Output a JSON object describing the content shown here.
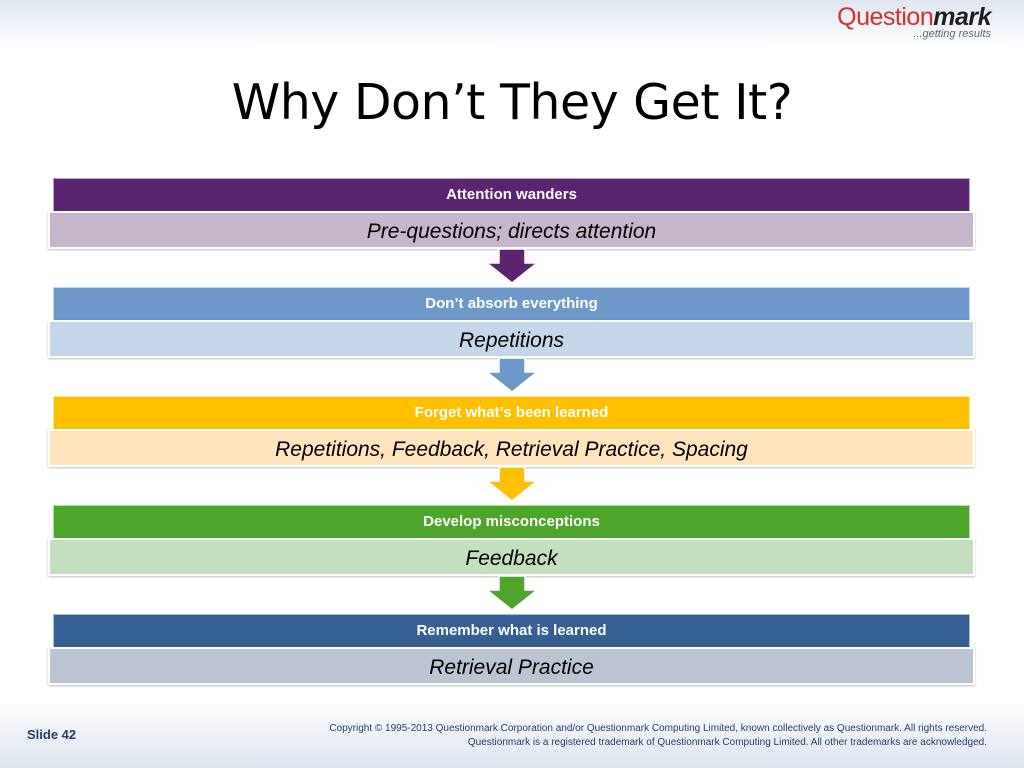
{
  "logo": {
    "brand_plain": "Question",
    "brand_bold": "mark",
    "tagline": "...getting results"
  },
  "title": "Why Don’t They Get It?",
  "colors": {
    "purple": "#5b2470",
    "purple_light": "#c6b6cb",
    "blue": "#6d98c9",
    "blue_light": "#c6d6ea",
    "gold": "#ffc000",
    "gold_light": "#ffe4bd",
    "green": "#4da52b",
    "green_light": "#c3dfbd",
    "navy": "#365f93",
    "navy_light": "#bcc4d3"
  },
  "steps": [
    {
      "problem": "Attention wanders",
      "solution": "Pre-questions; directs attention"
    },
    {
      "problem": "Don’t absorb everything",
      "solution": "Repetitions"
    },
    {
      "problem": "Forget what’s been learned",
      "solution": "Repetitions, Feedback, Retrieval Practice, Spacing"
    },
    {
      "problem": "Develop misconceptions",
      "solution": "Feedback"
    },
    {
      "problem": "Remember what is learned",
      "solution": "Retrieval Practice"
    }
  ],
  "footer": {
    "slide_label": "Slide 42",
    "copyright_line1": "Copyright © 1995-2013 Questionmark Corporation and/or Questionmark Computing Limited, known collectively as Questionmark. All rights reserved.",
    "copyright_line2": "Questionmark is a registered trademark of Questionmark Computing Limited. All other trademarks are acknowledged."
  }
}
